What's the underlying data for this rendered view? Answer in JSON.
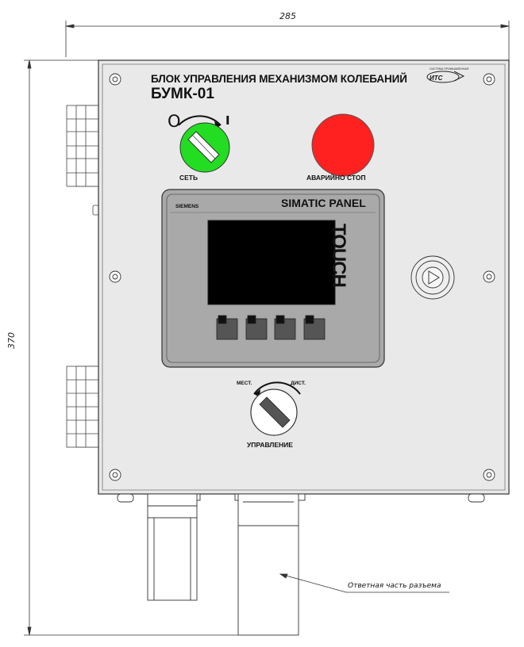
{
  "dimensions": {
    "width": "285",
    "height": "370"
  },
  "title": {
    "line1": "БЛОК УПРАВЛЕНИЯ МЕХАНИЗМОМ КОЛЕБАНИЙ",
    "line2": "БУМК-01"
  },
  "logo": {
    "text": "ИТС",
    "tagline": "СИСТЕМА ПРОМЫШЛЕННАЯ",
    "icon": "its-logo-icon"
  },
  "controls": {
    "power_switch": {
      "label": "СЕТЬ",
      "off_symbol": "O",
      "on_symbol": "I",
      "color": "#22dd22"
    },
    "emergency_stop": {
      "label": "АВАРИЙНО СТОП",
      "color": "#ff2020"
    },
    "mode_switch": {
      "label": "УПРАВЛЕНИЕ",
      "left_position": "МЕСТ.",
      "right_position": "ДИСТ."
    },
    "play_button": {
      "icon": "play-icon"
    }
  },
  "hmi": {
    "brand": "SIEMENS",
    "model": "SIMATIC PANEL",
    "side_text": "TOUCH",
    "softkey_count": 4
  },
  "note": "Ответная часть разъема"
}
